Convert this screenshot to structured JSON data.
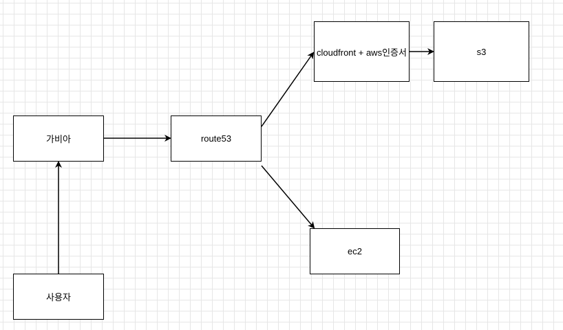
{
  "nodes": {
    "gabia": "가비아",
    "route53": "route53",
    "cloudfront": "cloudfront + aws인증서",
    "s3": "s3",
    "ec2": "ec2",
    "user": "사용자"
  },
  "edges": [
    {
      "from": "user",
      "to": "gabia"
    },
    {
      "from": "gabia",
      "to": "route53"
    },
    {
      "from": "route53",
      "to": "cloudfront"
    },
    {
      "from": "route53",
      "to": "ec2"
    },
    {
      "from": "cloudfront",
      "to": "s3"
    }
  ],
  "colors": {
    "stroke": "#000000",
    "grid": "#e6e6e6",
    "background": "#ffffff"
  }
}
